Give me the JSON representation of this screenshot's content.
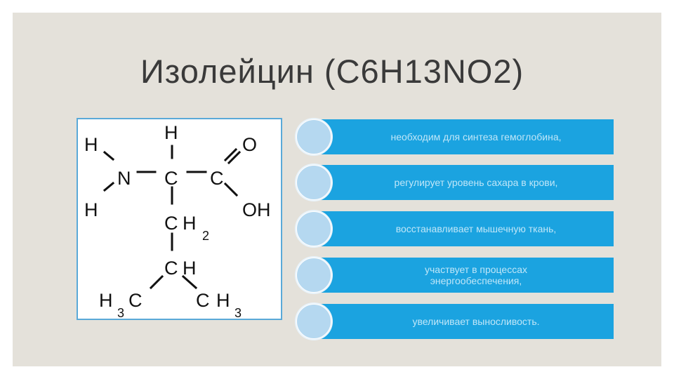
{
  "slide": {
    "title": "Изолейцин (C6H13NO2)"
  },
  "structure": {
    "atoms": {
      "h_top_left": "H",
      "h_bottom_left": "H",
      "n": "N",
      "h_top": "H",
      "c_alpha": "C",
      "c_carboxyl": "C",
      "o_double": "O",
      "oh": "OH",
      "ch2_c": "C",
      "ch2_h": "H",
      "ch2_sub": "2",
      "ch_c": "C",
      "ch_h": "H",
      "ch3_left_h": "H",
      "ch3_left_sub": "3",
      "ch3_left_c": "C",
      "ch3_right_c": "C",
      "ch3_right_h": "H",
      "ch3_right_sub": "3"
    }
  },
  "facts": [
    "необходим для синтеза гемоглобина,",
    "регулирует уровень сахара в крови,",
    "восстанавливает мышечную ткань,",
    "участвует в процессах энергообеспечения,",
    "увеличивает выносливость."
  ],
  "colors": {
    "background": "#e4e1da",
    "accent": "#1ba3e0",
    "circle": "#b5d8f0",
    "structure_border": "#5aa9d8"
  }
}
